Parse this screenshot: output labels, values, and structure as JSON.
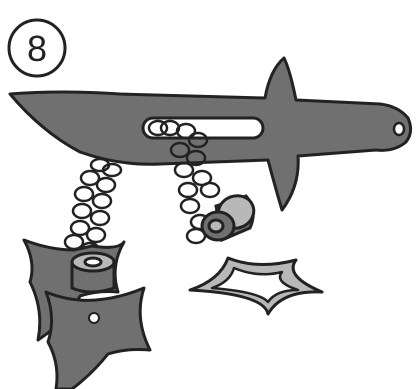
{
  "step": {
    "number": "8"
  },
  "colors": {
    "outline": "#222222",
    "metal_dark": "#707070",
    "metal_light": "#b8b8b8",
    "background": "#ffffff"
  },
  "icons": {
    "step_badge": "circled-number",
    "tool": "sword-shaped-puzzle-piece",
    "chains": "chain-link-icon",
    "weights": "cylinder-bead-icon",
    "stars": "four-point-star-icon",
    "loose_ring": "star-shaped-ring-icon"
  }
}
